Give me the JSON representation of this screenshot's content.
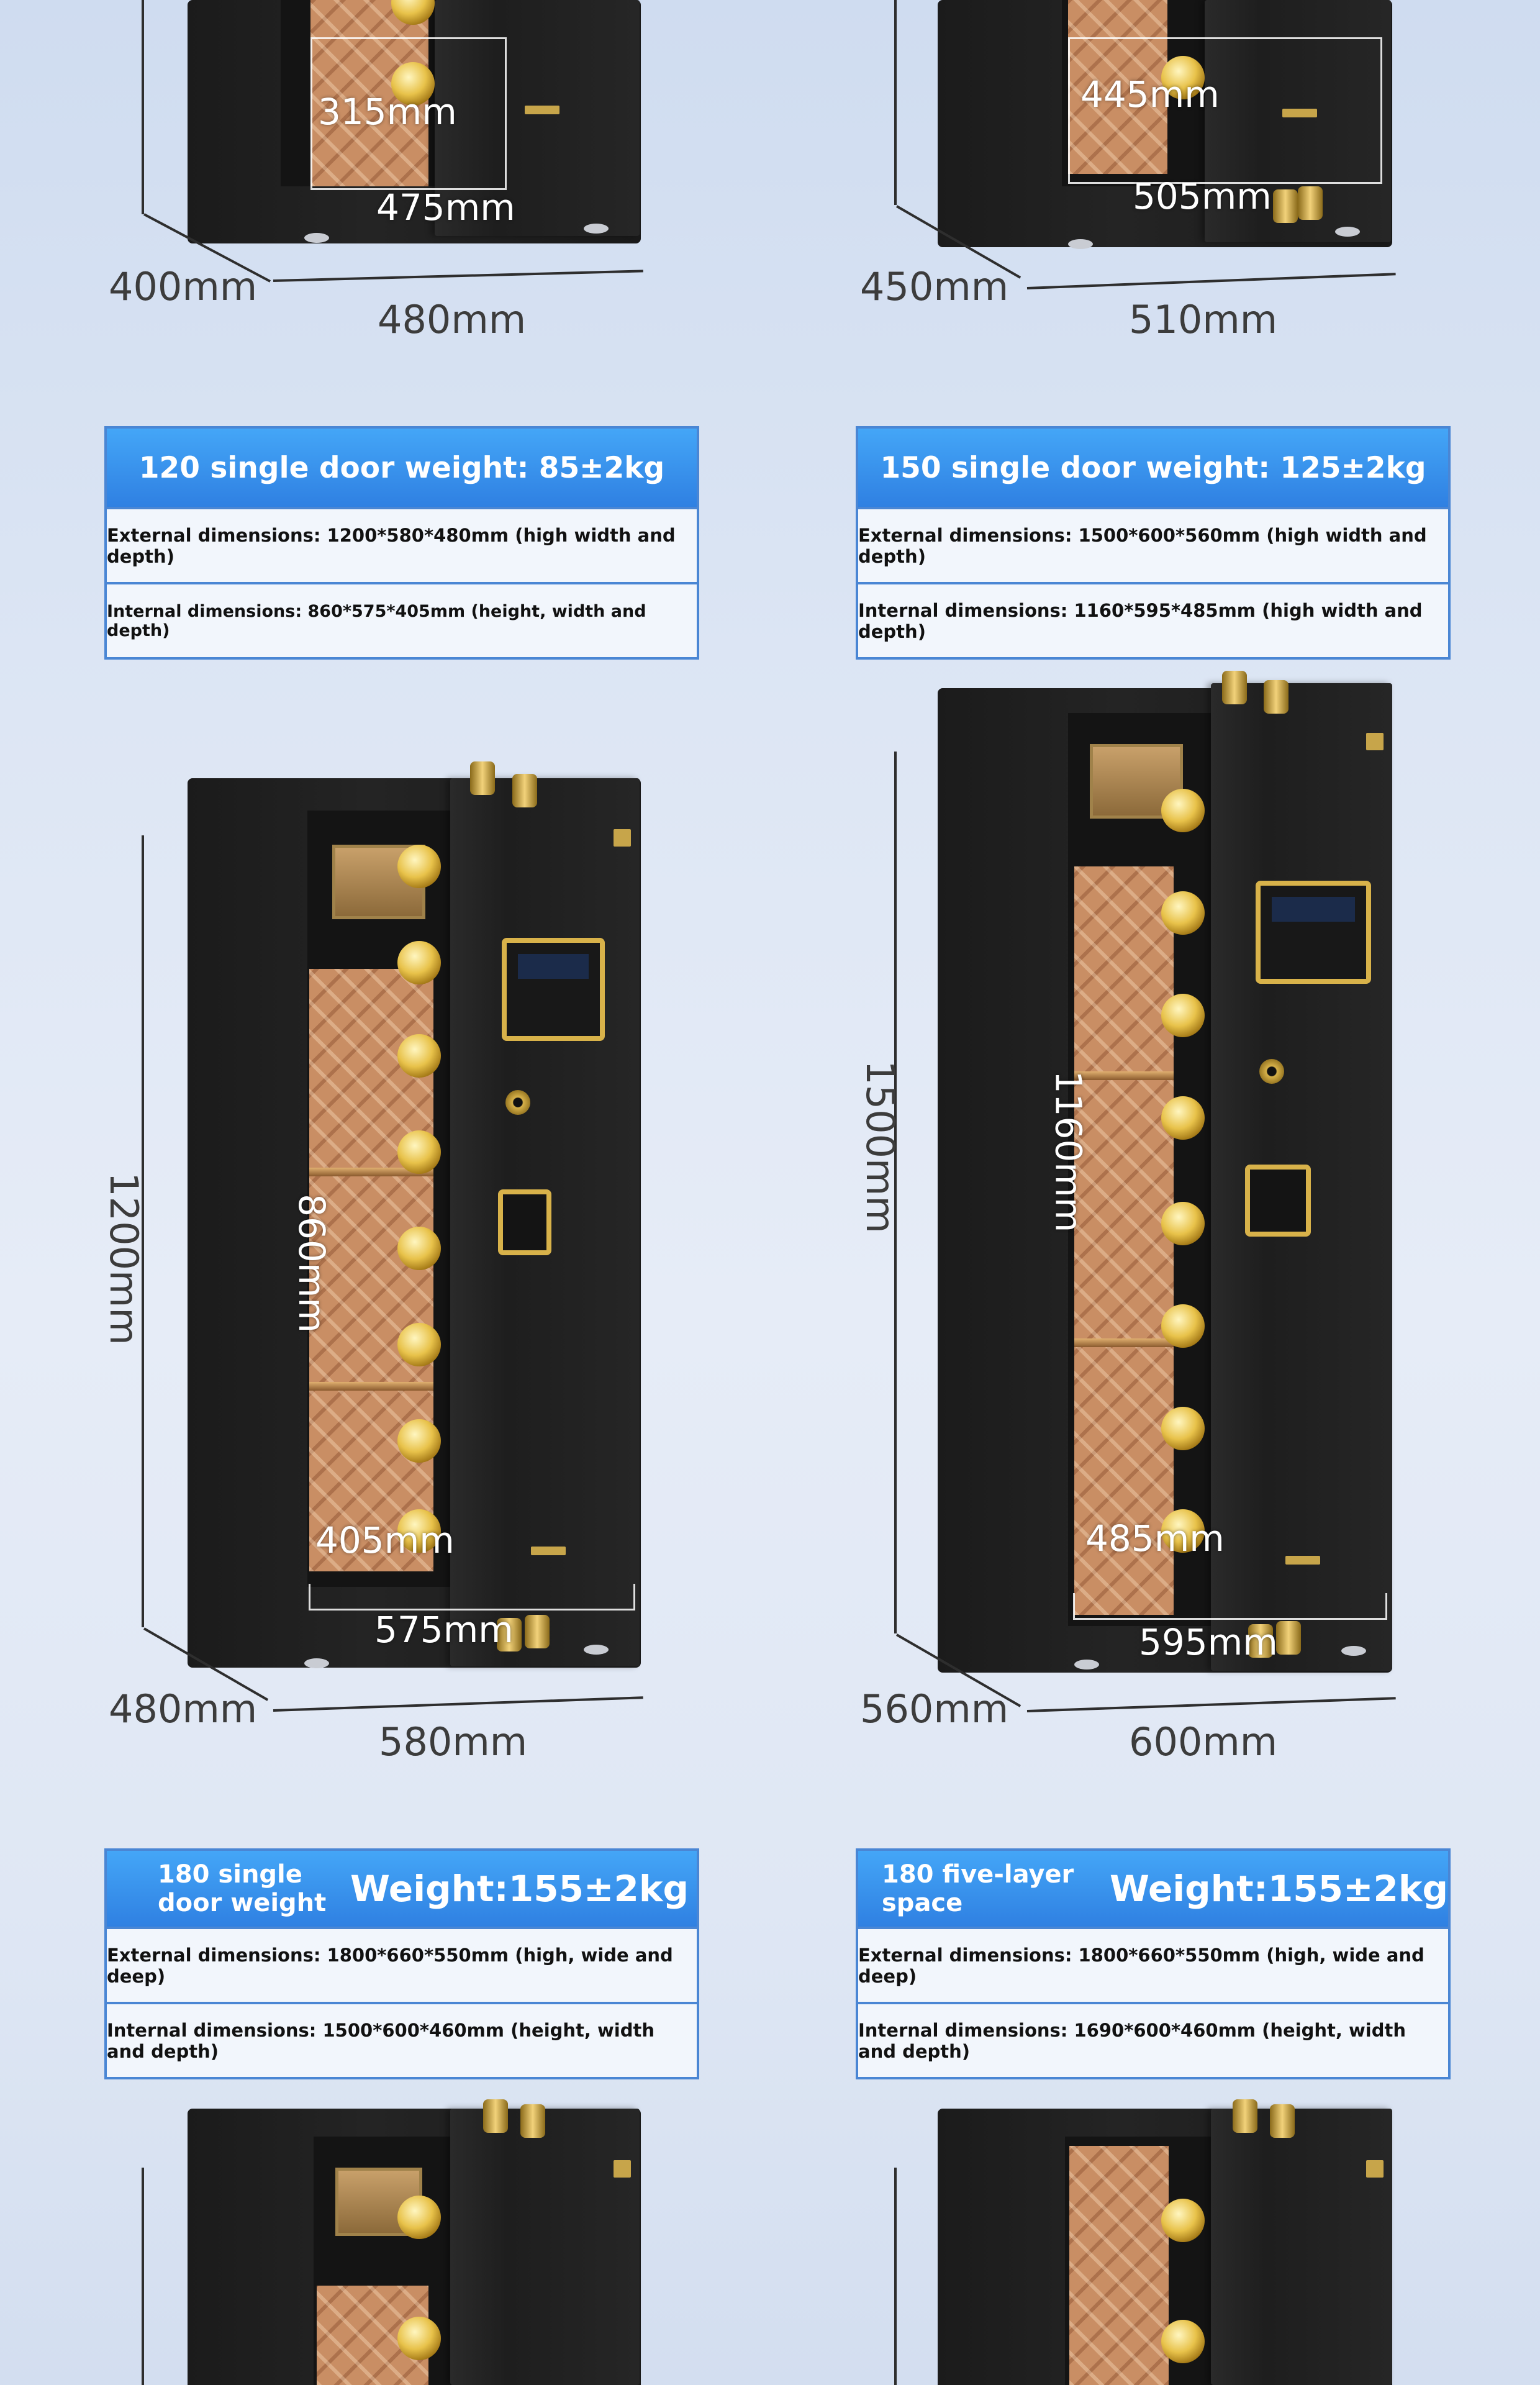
{
  "top_row": {
    "left": {
      "inner_width": "315mm",
      "depth_label": "475mm",
      "outer_depth": "400mm",
      "outer_width": "480mm"
    },
    "right": {
      "inner_width": "445mm",
      "depth_label": "505mm",
      "outer_depth": "450mm",
      "outer_width": "510mm"
    }
  },
  "spec_120": {
    "title": "120 single door weight: 85±2kg",
    "external": "External dimensions: 1200*580*480mm (high width and depth)",
    "internal": "Internal dimensions: 860*575*405mm (height, width and depth)"
  },
  "spec_150": {
    "title": "150 single door weight: 125±2kg",
    "external": "External dimensions: 1500*600*560mm (high width and depth)",
    "internal": "Internal dimensions: 1160*595*485mm (high width and depth)"
  },
  "safe_120": {
    "height": "1200mm",
    "inner_height": "860mm",
    "inner_depth": "405mm",
    "inner_width": "575mm",
    "depth": "480mm",
    "width": "580mm"
  },
  "safe_150": {
    "height": "1500mm",
    "inner_height": "1160mm",
    "inner_depth": "485mm",
    "inner_width": "595mm",
    "depth": "560mm",
    "width": "600mm"
  },
  "spec_180a": {
    "title_small": "180 single door weight",
    "title_big": "Weight:155±2kg",
    "external": "External dimensions: 1800*660*550mm (high, wide and deep)",
    "internal": "Internal dimensions: 1500*600*460mm (height, width and depth)"
  },
  "spec_180b": {
    "title_small": "180 five-layer space",
    "title_big": "Weight:155±2kg",
    "external": "External dimensions: 1800*660*550mm (high, wide and deep)",
    "internal": "Internal dimensions: 1690*600*460mm (height, width and depth)"
  }
}
